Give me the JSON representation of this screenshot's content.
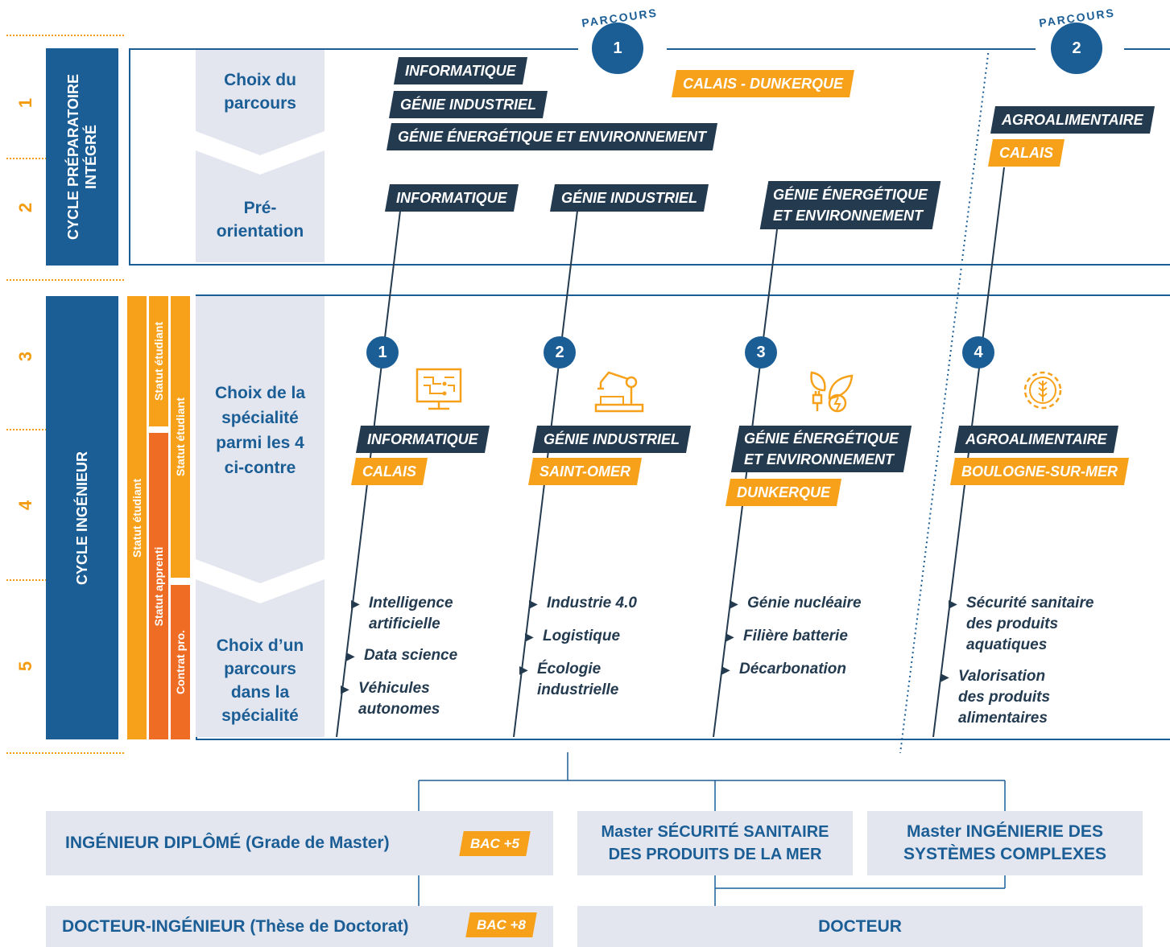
{
  "years": [
    "1",
    "2",
    "3",
    "4",
    "5"
  ],
  "cycles": {
    "prep": "CYCLE PRÉPARATOIRE INTÉGRÉ",
    "prep_line1": "CYCLE PRÉPARATOIRE",
    "prep_line2": "INTÉGRÉ",
    "ing": "CYCLE INGÉNIEUR"
  },
  "stages": {
    "s1_l1": "Choix du",
    "s1_l2": "parcours",
    "s2_l1": "Pré-",
    "s2_l2": "orientation",
    "s3_l1": "Choix de la",
    "s3_l2": "spécialité",
    "s3_l3": "parmi les 4",
    "s3_l4": "ci-contre",
    "s4_l1": "Choix d’un",
    "s4_l2": "parcours",
    "s4_l3": "dans la",
    "s4_l4": "spécialité"
  },
  "parcours": {
    "word": "PARCOURS",
    "p1": "1",
    "p2": "2"
  },
  "year1_tags": {
    "info": "INFORMATIQUE",
    "gi": "GÉNIE INDUSTRIEL",
    "gee": "GÉNIE ÉNERGÉTIQUE ET ENVIRONNEMENT",
    "calais_dunkerque": "CALAIS  -  DUNKERQUE",
    "agro": "AGROALIMENTAIRE",
    "calais": "CALAIS"
  },
  "year2_tags": {
    "info": "INFORMATIQUE",
    "gi": "GÉNIE INDUSTRIEL",
    "gee_l1": "GÉNIE ÉNERGÉTIQUE",
    "gee_l2": "ET ENVIRONNEMENT"
  },
  "statuses": {
    "etudiant": "Statut étudiant",
    "apprenti": "Statut apprenti",
    "contrat": "Contrat pro."
  },
  "specialities": [
    {
      "num": "1",
      "icon": "circuit-screen-icon",
      "name": "INFORMATIQUE",
      "place": "CALAIS",
      "items": [
        "Intelligence artificielle",
        "Data science",
        "Véhicules autonomes"
      ]
    },
    {
      "num": "2",
      "icon": "robot-arm-icon",
      "name": "GÉNIE INDUSTRIEL",
      "place": "SAINT-OMER",
      "items": [
        "Industrie 4.0",
        "Logistique",
        "Écologie industrielle"
      ]
    },
    {
      "num": "3",
      "icon": "eco-energy-plug-icon",
      "name_l1": "GÉNIE ÉNERGÉTIQUE",
      "name_l2": "ET ENVIRONNEMENT",
      "place": "DUNKERQUE",
      "items": [
        "Génie nucléaire",
        "Filière batterie",
        "Décarbonation"
      ]
    },
    {
      "num": "4",
      "icon": "wheat-gear-icon",
      "name": "AGROALIMENTAIRE",
      "place": "BOULOGNE-SUR-MER",
      "items": [
        "Sécurité sanitaire des produits aquatiques",
        "Valorisation des produits alimentaires"
      ]
    }
  ],
  "items_lines": {
    "s1a_l1": "Intelligence",
    "s1a_l2": "artificielle",
    "s3a": "Génie nucléaire",
    "s4a_l1": "Sécurité sanitaire",
    "s4a_l2": "des produits",
    "s4a_l3": "aquatiques",
    "s4b_l1": "Valorisation",
    "s4b_l2": "des produits",
    "s4b_l3": "alimentaires",
    "s1c_l1": "Véhicules",
    "s1c_l2": "autonomes",
    "s2c_l1": "Écologie",
    "s2c_l2": "industrielle"
  },
  "outcomes": {
    "ingenieur": "INGÉNIEUR DIPLÔMÉ (Grade de Master)",
    "bac5": "BAC +5",
    "master_ssm_l1_a": "Master ",
    "master_ssm_l1_b": "SÉCURITÉ SANITAIRE",
    "master_ssm_l2": "DES PRODUITS DE LA MER",
    "master_isc_l1_a": "Master ",
    "master_isc_l1_b": "INGÉNIERIE DES",
    "master_isc_l2": "SYSTÈMES COMPLEXES",
    "docteur_ing": "DOCTEUR-INGÉNIEUR (Thèse de Doctorat)",
    "bac8": "BAC +8",
    "docteur": "DOCTEUR"
  },
  "colors": {
    "navy": "#233a4f",
    "blue": "#1b5e96",
    "orange": "#f7a11a",
    "deep_orange": "#ef6c24",
    "grey": "#e3e6ef"
  }
}
